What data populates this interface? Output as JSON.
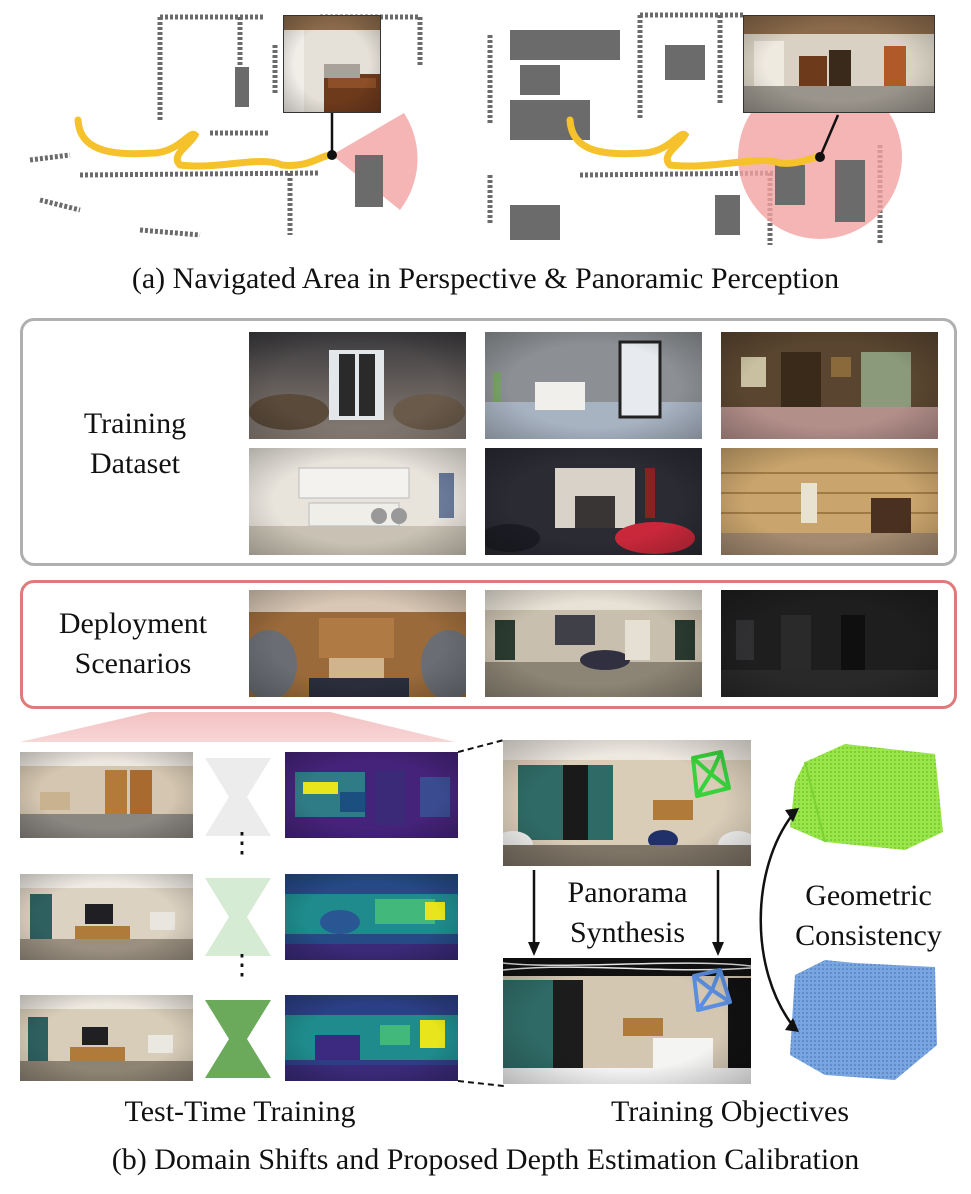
{
  "panel_a": {
    "caption": "(a) Navigated Area in Perspective & Panoramic Perception"
  },
  "training_dataset": {
    "label_line1": "Training",
    "label_line2": "Dataset"
  },
  "deployment": {
    "label_line1": "Deployment",
    "label_line2": "Scenarios"
  },
  "panel_b": {
    "panorama_line1": "Panorama",
    "panorama_line2": "Synthesis",
    "geometric_line1": "Geometric",
    "geometric_line2": "Consistency",
    "ttt_label": "Test-Time Training",
    "objectives_label": "Training Objectives",
    "caption": "(b) Domain Shifts and Proposed Depth Estimation Calibration"
  },
  "colors": {
    "path_yellow": "#f5c22b",
    "fov_pink": "#f4a3a3",
    "obstacle_gray": "#6b6b6b",
    "train_box_border": "#b0b0b0",
    "deploy_box_border": "#e07a7a",
    "net_green": "#6aaa5a",
    "net_light_green": "#d6ebd3",
    "net_gray": "#ececec",
    "pcd_green": "#8fe03a",
    "pcd_blue": "#6e9fdc",
    "camera_green": "#37d23c",
    "camera_blue": "#5a8ee0",
    "depth_purple": "#45237a",
    "depth_yellow": "#e8e51c"
  },
  "icons": {
    "vertical_ellipsis": "vertical-ellipsis-icon",
    "camera_frustum": "camera-frustum-icon"
  }
}
